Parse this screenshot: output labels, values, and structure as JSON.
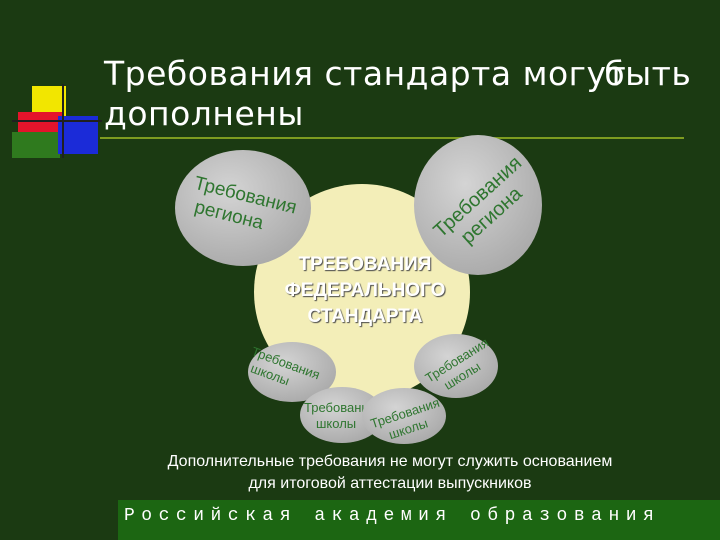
{
  "slide": {
    "title_line1": "Требования стандарта могут",
    "title_overlap": "быть",
    "title_line2": "дополнены",
    "center_circle": {
      "line1": "ТРЕБОВАНИЯ",
      "line2": "ФЕДЕРАЛЬНОГО",
      "line3": "СТАНДАРТА"
    },
    "left_region": {
      "line1": "Требования",
      "line2": "региона"
    },
    "right_region": {
      "line1": "Требования",
      "line2": "региона"
    },
    "school_bubbles": [
      {
        "line1": "Требования",
        "line2": "школы"
      },
      {
        "line1": "Требования",
        "line2": "школы"
      },
      {
        "line1": "Требования",
        "line2": "школы"
      },
      {
        "line1": "Требования",
        "line2": "школы"
      }
    ],
    "note_line1": "Дополнительные требования не могут служить основанием",
    "note_line2": "для итоговой аттестации выпускников",
    "footer": "Российская академия образования"
  },
  "colors": {
    "background": "#1b3a12",
    "center_circle": "#f3eeb8",
    "bubble": "#bebebe",
    "bubble_text": "#2f7630",
    "accent_rule": "#7e9c20",
    "footer_bar": "#1c6612"
  }
}
